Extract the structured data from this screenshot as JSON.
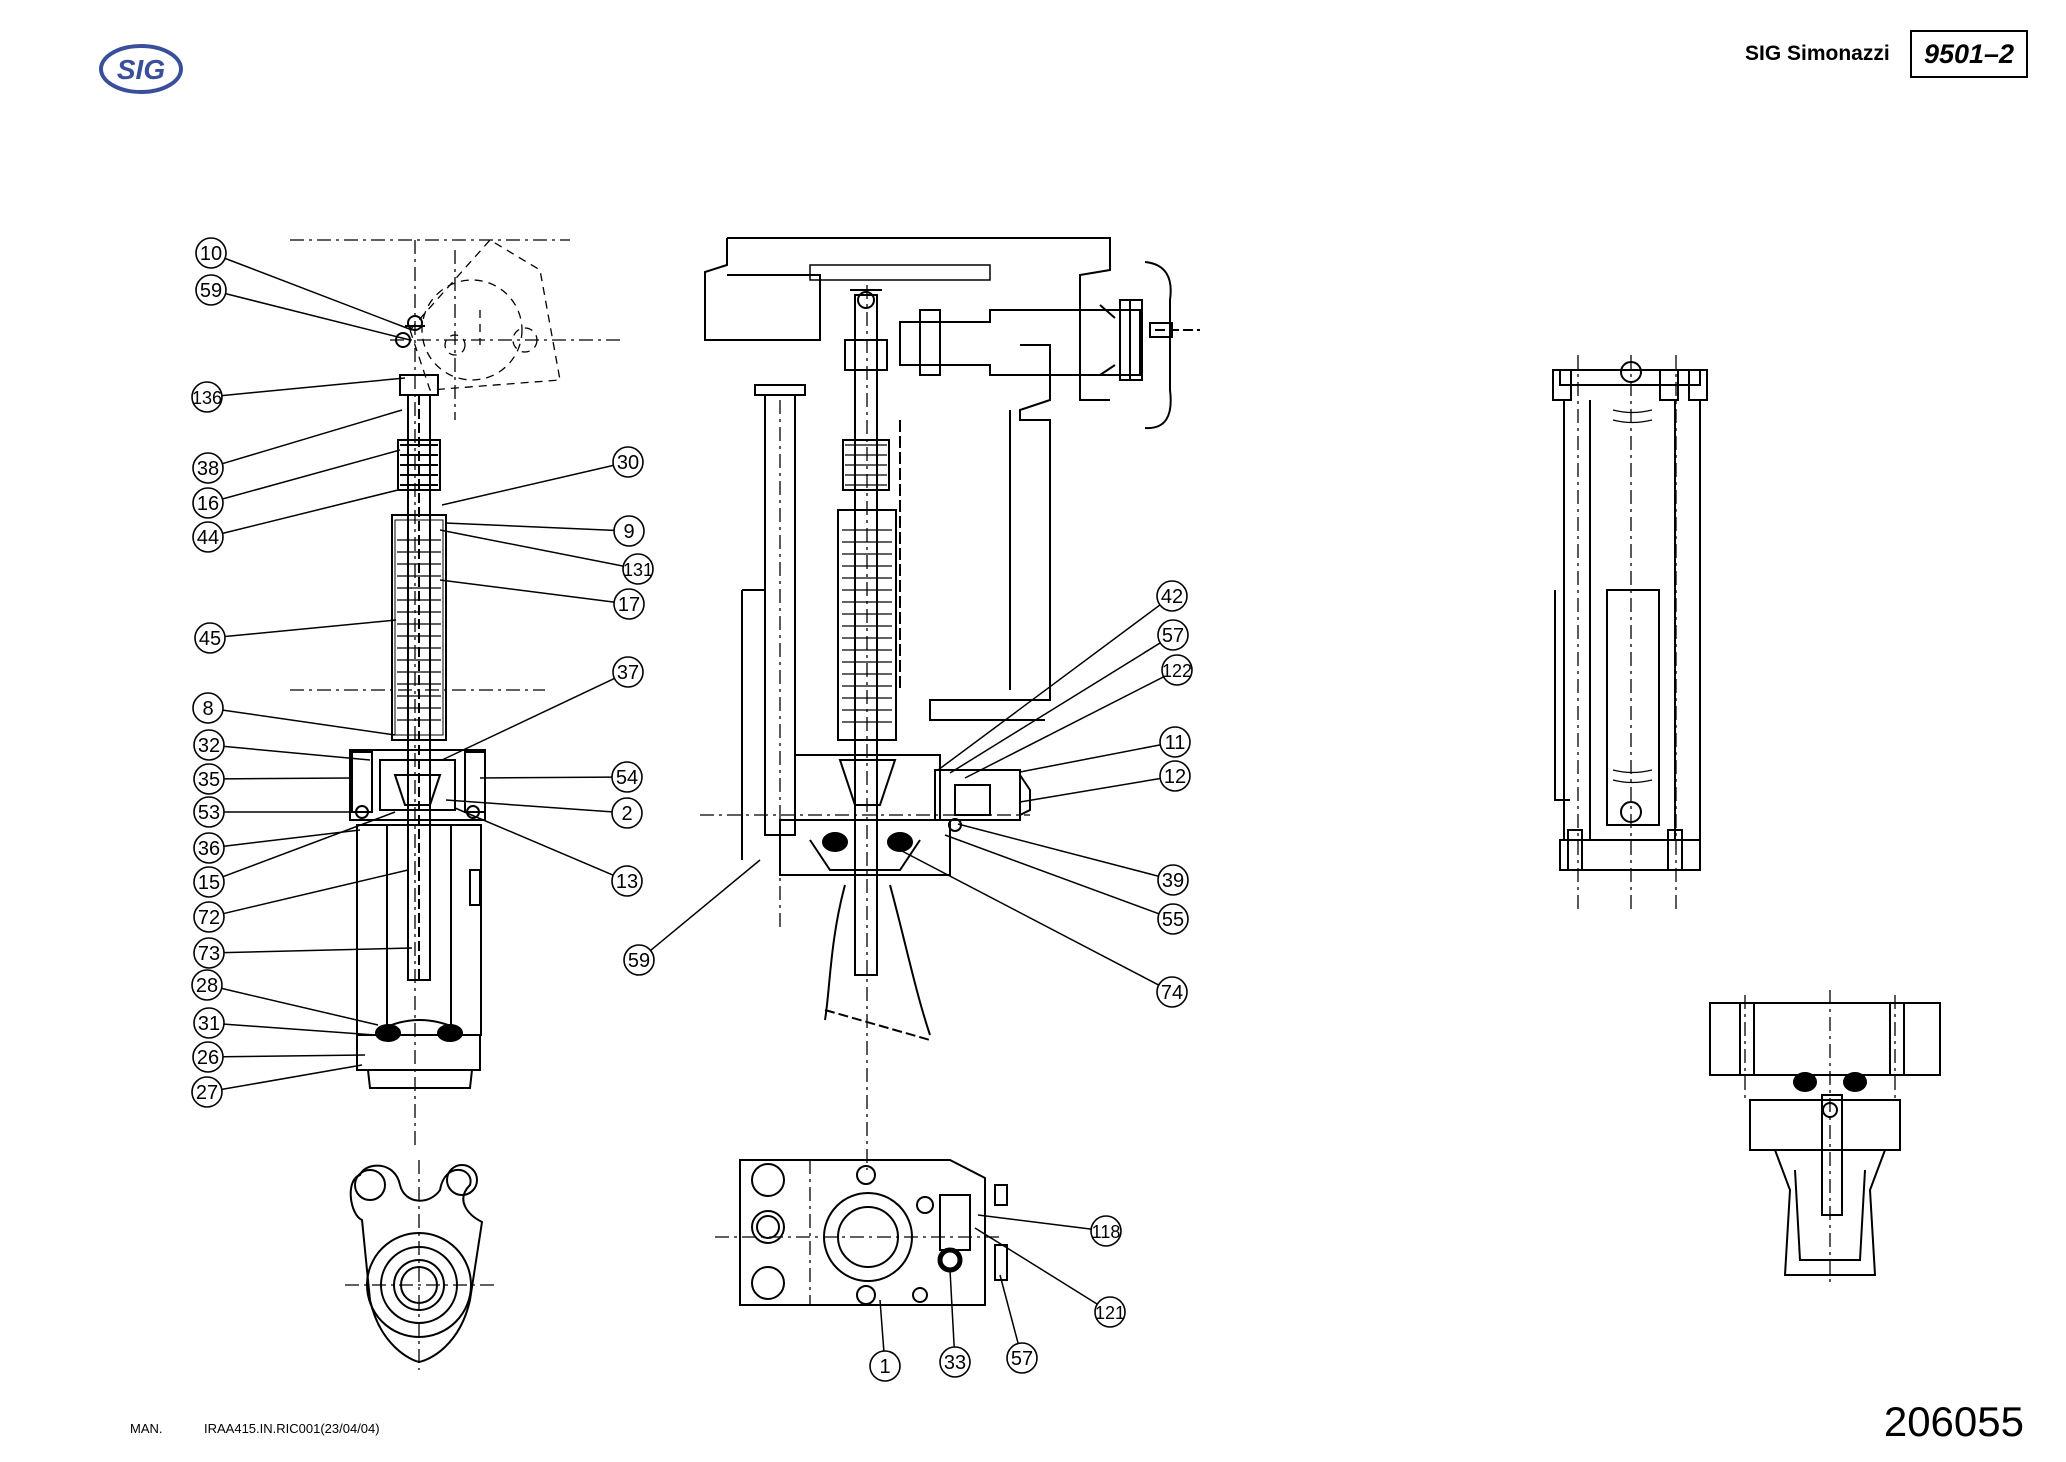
{
  "header": {
    "logo_text": "SIG",
    "brand": "SIG Simonazzi",
    "doc_code": "9501–2"
  },
  "footer": {
    "man_label": "MAN.",
    "ref": "IRAA415.IN.RIC001(23/04/04)",
    "drawing_number": "206055"
  },
  "callouts": {
    "left_view": [
      "10",
      "59",
      "136",
      "38",
      "16",
      "44",
      "45",
      "8",
      "32",
      "35",
      "53",
      "36",
      "15",
      "72",
      "73",
      "28",
      "31",
      "26",
      "27",
      "30",
      "9",
      "131",
      "17",
      "37",
      "54",
      "2",
      "13"
    ],
    "center_view": [
      "59",
      "42",
      "57",
      "122",
      "11",
      "12",
      "39",
      "55",
      "74"
    ],
    "bottom_view": [
      "118",
      "121",
      "1",
      "33",
      "57"
    ]
  },
  "colors": {
    "line": "#000000",
    "logo_blue": "#3a4f9c"
  }
}
